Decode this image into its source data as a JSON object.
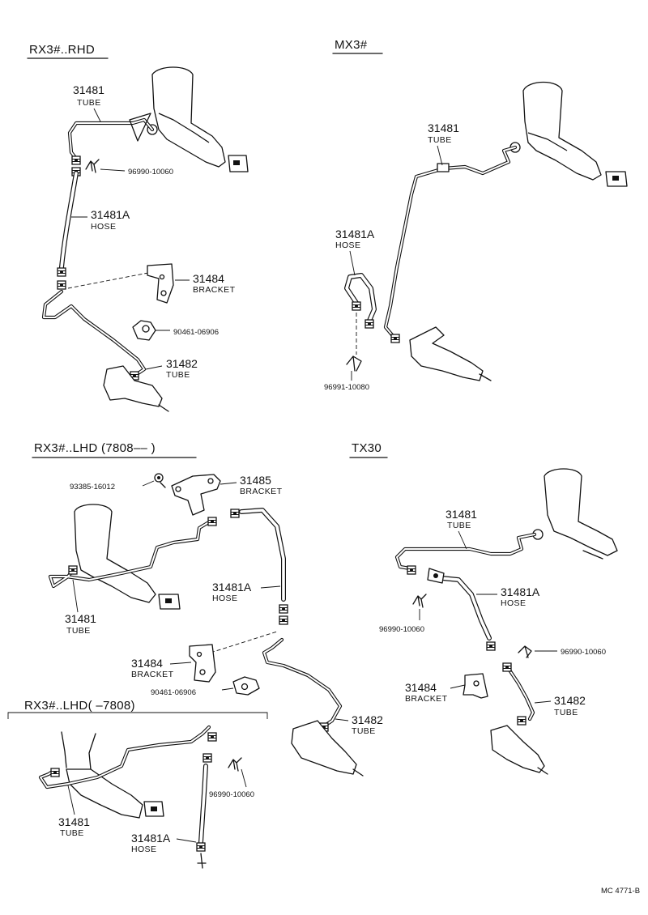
{
  "sections": {
    "rx3_rhd": {
      "title": "RX3#..RHD",
      "parts": [
        {
          "number": "31481",
          "name": "TUBE"
        },
        {
          "number": "96990-10060",
          "name": ""
        },
        {
          "number": "31481A",
          "name": "HOSE"
        },
        {
          "number": "31484",
          "name": "BRACKET"
        },
        {
          "number": "90461-06906",
          "name": ""
        },
        {
          "number": "31482",
          "name": "TUBE"
        }
      ]
    },
    "mx3": {
      "title": "MX3#",
      "parts": [
        {
          "number": "31481",
          "name": "TUBE"
        },
        {
          "number": "31481A",
          "name": "HOSE"
        },
        {
          "number": "96991-10080",
          "name": ""
        }
      ]
    },
    "rx3_lhd_new": {
      "title": "RX3#..LHD (7808––        )",
      "parts": [
        {
          "number": "93385-16012",
          "name": ""
        },
        {
          "number": "31485",
          "name": "BRACKET"
        },
        {
          "number": "31481A",
          "name": "HOSE"
        },
        {
          "number": "31481",
          "name": "TUBE"
        },
        {
          "number": "31484",
          "name": "BRACKET"
        },
        {
          "number": "90461-06906",
          "name": ""
        },
        {
          "number": "31482",
          "name": "TUBE"
        }
      ]
    },
    "rx3_lhd_old": {
      "title": "RX3#..LHD(        –7808)",
      "parts": [
        {
          "number": "31481",
          "name": "TUBE"
        },
        {
          "number": "96990-10060",
          "name": ""
        },
        {
          "number": "31481A",
          "name": "HOSE"
        }
      ]
    },
    "tx30": {
      "title": "TX30",
      "parts": [
        {
          "number": "31481",
          "name": "TUBE"
        },
        {
          "number": "31481A",
          "name": "HOSE"
        },
        {
          "number": "96990-10060",
          "name": ""
        },
        {
          "number": "96990-10060",
          "name": ""
        },
        {
          "number": "31484",
          "name": "BRACKET"
        },
        {
          "number": "31482",
          "name": "TUBE"
        }
      ]
    }
  },
  "footer": {
    "code": "MC 4771-B"
  }
}
